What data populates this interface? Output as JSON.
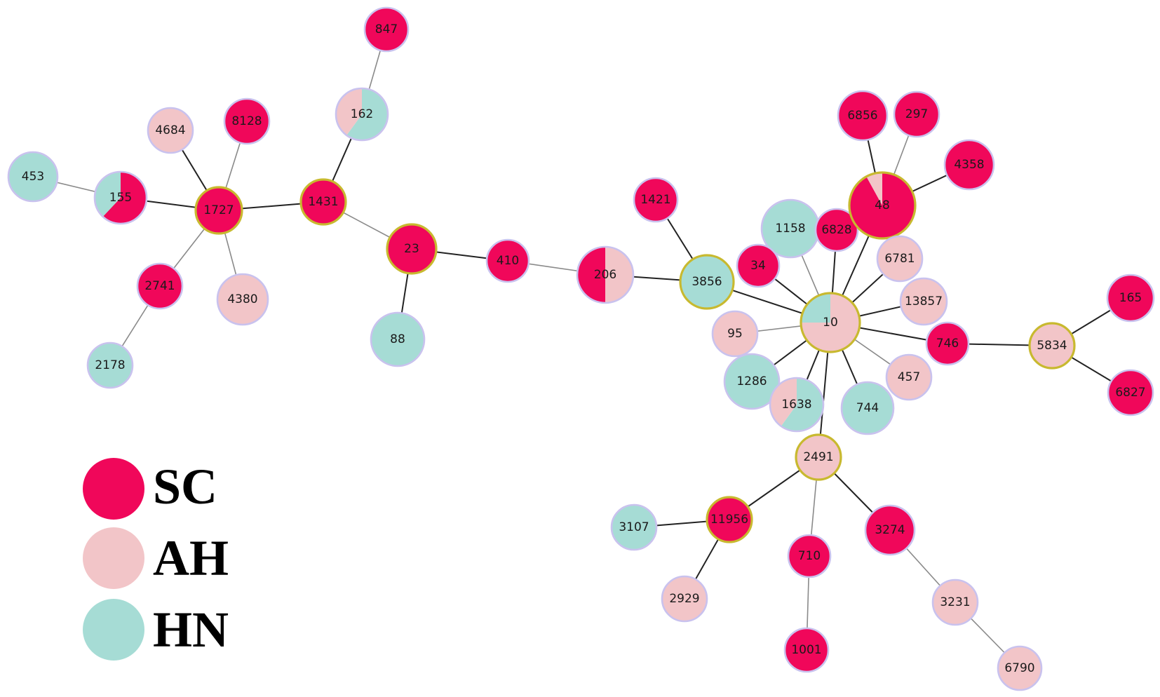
{
  "colors": {
    "SC": "#f0075a",
    "AH": "#f2c5c8",
    "HN": "#a6dcd5",
    "founder_ring": "#c8b92f",
    "node_ring": "#c9c2ee",
    "edge_dark": "#222222",
    "edge_light": "#8a8a8a"
  },
  "legend": [
    {
      "key": "SC",
      "label": "SC"
    },
    {
      "key": "AH",
      "label": "AH"
    },
    {
      "key": "HN",
      "label": "HN"
    }
  ],
  "nodes": [
    {
      "id": "847",
      "label": "847",
      "fill": [
        [
          "SC",
          1
        ]
      ]
    },
    {
      "id": "162",
      "label": "162",
      "fill": [
        [
          "HN",
          0.6
        ],
        [
          "AH",
          0.4
        ]
      ]
    },
    {
      "id": "8128",
      "label": "8128",
      "fill": [
        [
          "SC",
          1
        ]
      ]
    },
    {
      "id": "4684",
      "label": "4684",
      "fill": [
        [
          "AH",
          1
        ]
      ]
    },
    {
      "id": "453",
      "label": "453",
      "fill": [
        [
          "HN",
          1
        ]
      ]
    },
    {
      "id": "155",
      "label": "155",
      "fill": [
        [
          "SC",
          0.62
        ],
        [
          "HN",
          0.38
        ]
      ]
    },
    {
      "id": "1727",
      "label": "1727",
      "fill": [
        [
          "SC",
          1
        ]
      ],
      "founder": true
    },
    {
      "id": "1431",
      "label": "1431",
      "fill": [
        [
          "SC",
          1
        ]
      ],
      "founder": true
    },
    {
      "id": "2741",
      "label": "2741",
      "fill": [
        [
          "SC",
          1
        ]
      ]
    },
    {
      "id": "4380",
      "label": "4380",
      "fill": [
        [
          "AH",
          1
        ]
      ]
    },
    {
      "id": "2178",
      "label": "2178",
      "fill": [
        [
          "HN",
          1
        ]
      ]
    },
    {
      "id": "23",
      "label": "23",
      "fill": [
        [
          "SC",
          1
        ]
      ],
      "founder": true
    },
    {
      "id": "88",
      "label": "88",
      "fill": [
        [
          "HN",
          1
        ]
      ]
    },
    {
      "id": "410",
      "label": "410",
      "fill": [
        [
          "SC",
          1
        ]
      ]
    },
    {
      "id": "206",
      "label": "206",
      "fill": [
        [
          "AH",
          0.5
        ],
        [
          "SC",
          0.5
        ]
      ]
    },
    {
      "id": "1421",
      "label": "1421",
      "fill": [
        [
          "SC",
          1
        ]
      ]
    },
    {
      "id": "3856",
      "label": "3856",
      "fill": [
        [
          "HN",
          1
        ]
      ],
      "founder": true
    },
    {
      "id": "1158",
      "label": "1158",
      "fill": [
        [
          "HN",
          1
        ]
      ]
    },
    {
      "id": "34",
      "label": "34",
      "fill": [
        [
          "SC",
          1
        ]
      ]
    },
    {
      "id": "6828",
      "label": "6828",
      "fill": [
        [
          "SC",
          1
        ]
      ]
    },
    {
      "id": "6856",
      "label": "6856",
      "fill": [
        [
          "SC",
          1
        ]
      ]
    },
    {
      "id": "297",
      "label": "297",
      "fill": [
        [
          "SC",
          1
        ]
      ]
    },
    {
      "id": "4358",
      "label": "4358",
      "fill": [
        [
          "SC",
          1
        ]
      ]
    },
    {
      "id": "48",
      "label": "48",
      "fill": [
        [
          "SC",
          0.92
        ],
        [
          "AH",
          0.08
        ]
      ],
      "founder": true
    },
    {
      "id": "6781",
      "label": "6781",
      "fill": [
        [
          "AH",
          1
        ]
      ]
    },
    {
      "id": "13857",
      "label": "13857",
      "fill": [
        [
          "AH",
          1
        ]
      ]
    },
    {
      "id": "10",
      "label": "10",
      "fill": [
        [
          "AH",
          0.75
        ],
        [
          "HN",
          0.25
        ]
      ],
      "founder": true
    },
    {
      "id": "95",
      "label": "95",
      "fill": [
        [
          "AH",
          1
        ]
      ]
    },
    {
      "id": "1286",
      "label": "1286",
      "fill": [
        [
          "HN",
          1
        ]
      ]
    },
    {
      "id": "1638",
      "label": "1638",
      "fill": [
        [
          "HN",
          0.6
        ],
        [
          "AH",
          0.4
        ]
      ]
    },
    {
      "id": "744",
      "label": "744",
      "fill": [
        [
          "HN",
          1
        ]
      ]
    },
    {
      "id": "457",
      "label": "457",
      "fill": [
        [
          "AH",
          1
        ]
      ]
    },
    {
      "id": "746",
      "label": "746",
      "fill": [
        [
          "SC",
          1
        ]
      ]
    },
    {
      "id": "5834",
      "label": "5834",
      "fill": [
        [
          "AH",
          1
        ]
      ],
      "founder": true
    },
    {
      "id": "165",
      "label": "165",
      "fill": [
        [
          "SC",
          1
        ]
      ]
    },
    {
      "id": "6827",
      "label": "6827",
      "fill": [
        [
          "SC",
          1
        ]
      ]
    },
    {
      "id": "2491",
      "label": "2491",
      "fill": [
        [
          "AH",
          1
        ]
      ],
      "founder": true
    },
    {
      "id": "11956",
      "label": "11956",
      "fill": [
        [
          "SC",
          1
        ]
      ],
      "founder": true
    },
    {
      "id": "3107",
      "label": "3107",
      "fill": [
        [
          "HN",
          1
        ]
      ]
    },
    {
      "id": "2929",
      "label": "2929",
      "fill": [
        [
          "AH",
          1
        ]
      ]
    },
    {
      "id": "710",
      "label": "710",
      "fill": [
        [
          "SC",
          1
        ]
      ]
    },
    {
      "id": "1001",
      "label": "1001",
      "fill": [
        [
          "SC",
          1
        ]
      ]
    },
    {
      "id": "3274",
      "label": "3274",
      "fill": [
        [
          "SC",
          1
        ]
      ]
    },
    {
      "id": "3231",
      "label": "3231",
      "fill": [
        [
          "AH",
          1
        ]
      ]
    },
    {
      "id": "6790",
      "label": "6790",
      "fill": [
        [
          "AH",
          1
        ]
      ]
    }
  ],
  "edges": [
    [
      "847",
      "162",
      "light"
    ],
    [
      "162",
      "1431",
      "dark"
    ],
    [
      "8128",
      "1727",
      "light"
    ],
    [
      "4684",
      "1727",
      "dark"
    ],
    [
      "453",
      "155",
      "light"
    ],
    [
      "155",
      "1727",
      "dark"
    ],
    [
      "1727",
      "1431",
      "dark"
    ],
    [
      "1727",
      "2741",
      "light"
    ],
    [
      "1727",
      "4380",
      "light"
    ],
    [
      "2741",
      "2178",
      "light"
    ],
    [
      "1431",
      "23",
      "light"
    ],
    [
      "23",
      "88",
      "dark"
    ],
    [
      "23",
      "410",
      "dark"
    ],
    [
      "410",
      "206",
      "light"
    ],
    [
      "206",
      "3856",
      "dark"
    ],
    [
      "1421",
      "3856",
      "dark"
    ],
    [
      "3856",
      "10",
      "dark"
    ],
    [
      "1158",
      "10",
      "light"
    ],
    [
      "34",
      "10",
      "dark"
    ],
    [
      "6828",
      "10",
      "dark"
    ],
    [
      "6856",
      "48",
      "dark"
    ],
    [
      "297",
      "48",
      "light"
    ],
    [
      "4358",
      "48",
      "dark"
    ],
    [
      "48",
      "10",
      "dark"
    ],
    [
      "6781",
      "10",
      "dark"
    ],
    [
      "13857",
      "10",
      "dark"
    ],
    [
      "95",
      "10",
      "light"
    ],
    [
      "1286",
      "10",
      "dark"
    ],
    [
      "1638",
      "10",
      "dark"
    ],
    [
      "744",
      "10",
      "dark"
    ],
    [
      "457",
      "10",
      "light"
    ],
    [
      "746",
      "10",
      "dark"
    ],
    [
      "746",
      "5834",
      "dark"
    ],
    [
      "5834",
      "165",
      "dark"
    ],
    [
      "5834",
      "6827",
      "dark"
    ],
    [
      "10",
      "2491",
      "dark"
    ],
    [
      "2491",
      "11956",
      "dark"
    ],
    [
      "11956",
      "3107",
      "dark"
    ],
    [
      "11956",
      "2929",
      "dark"
    ],
    [
      "2491",
      "710",
      "light"
    ],
    [
      "710",
      "1001",
      "light"
    ],
    [
      "2491",
      "3274",
      "dark"
    ],
    [
      "3274",
      "3231",
      "light"
    ],
    [
      "3231",
      "6790",
      "light"
    ]
  ]
}
